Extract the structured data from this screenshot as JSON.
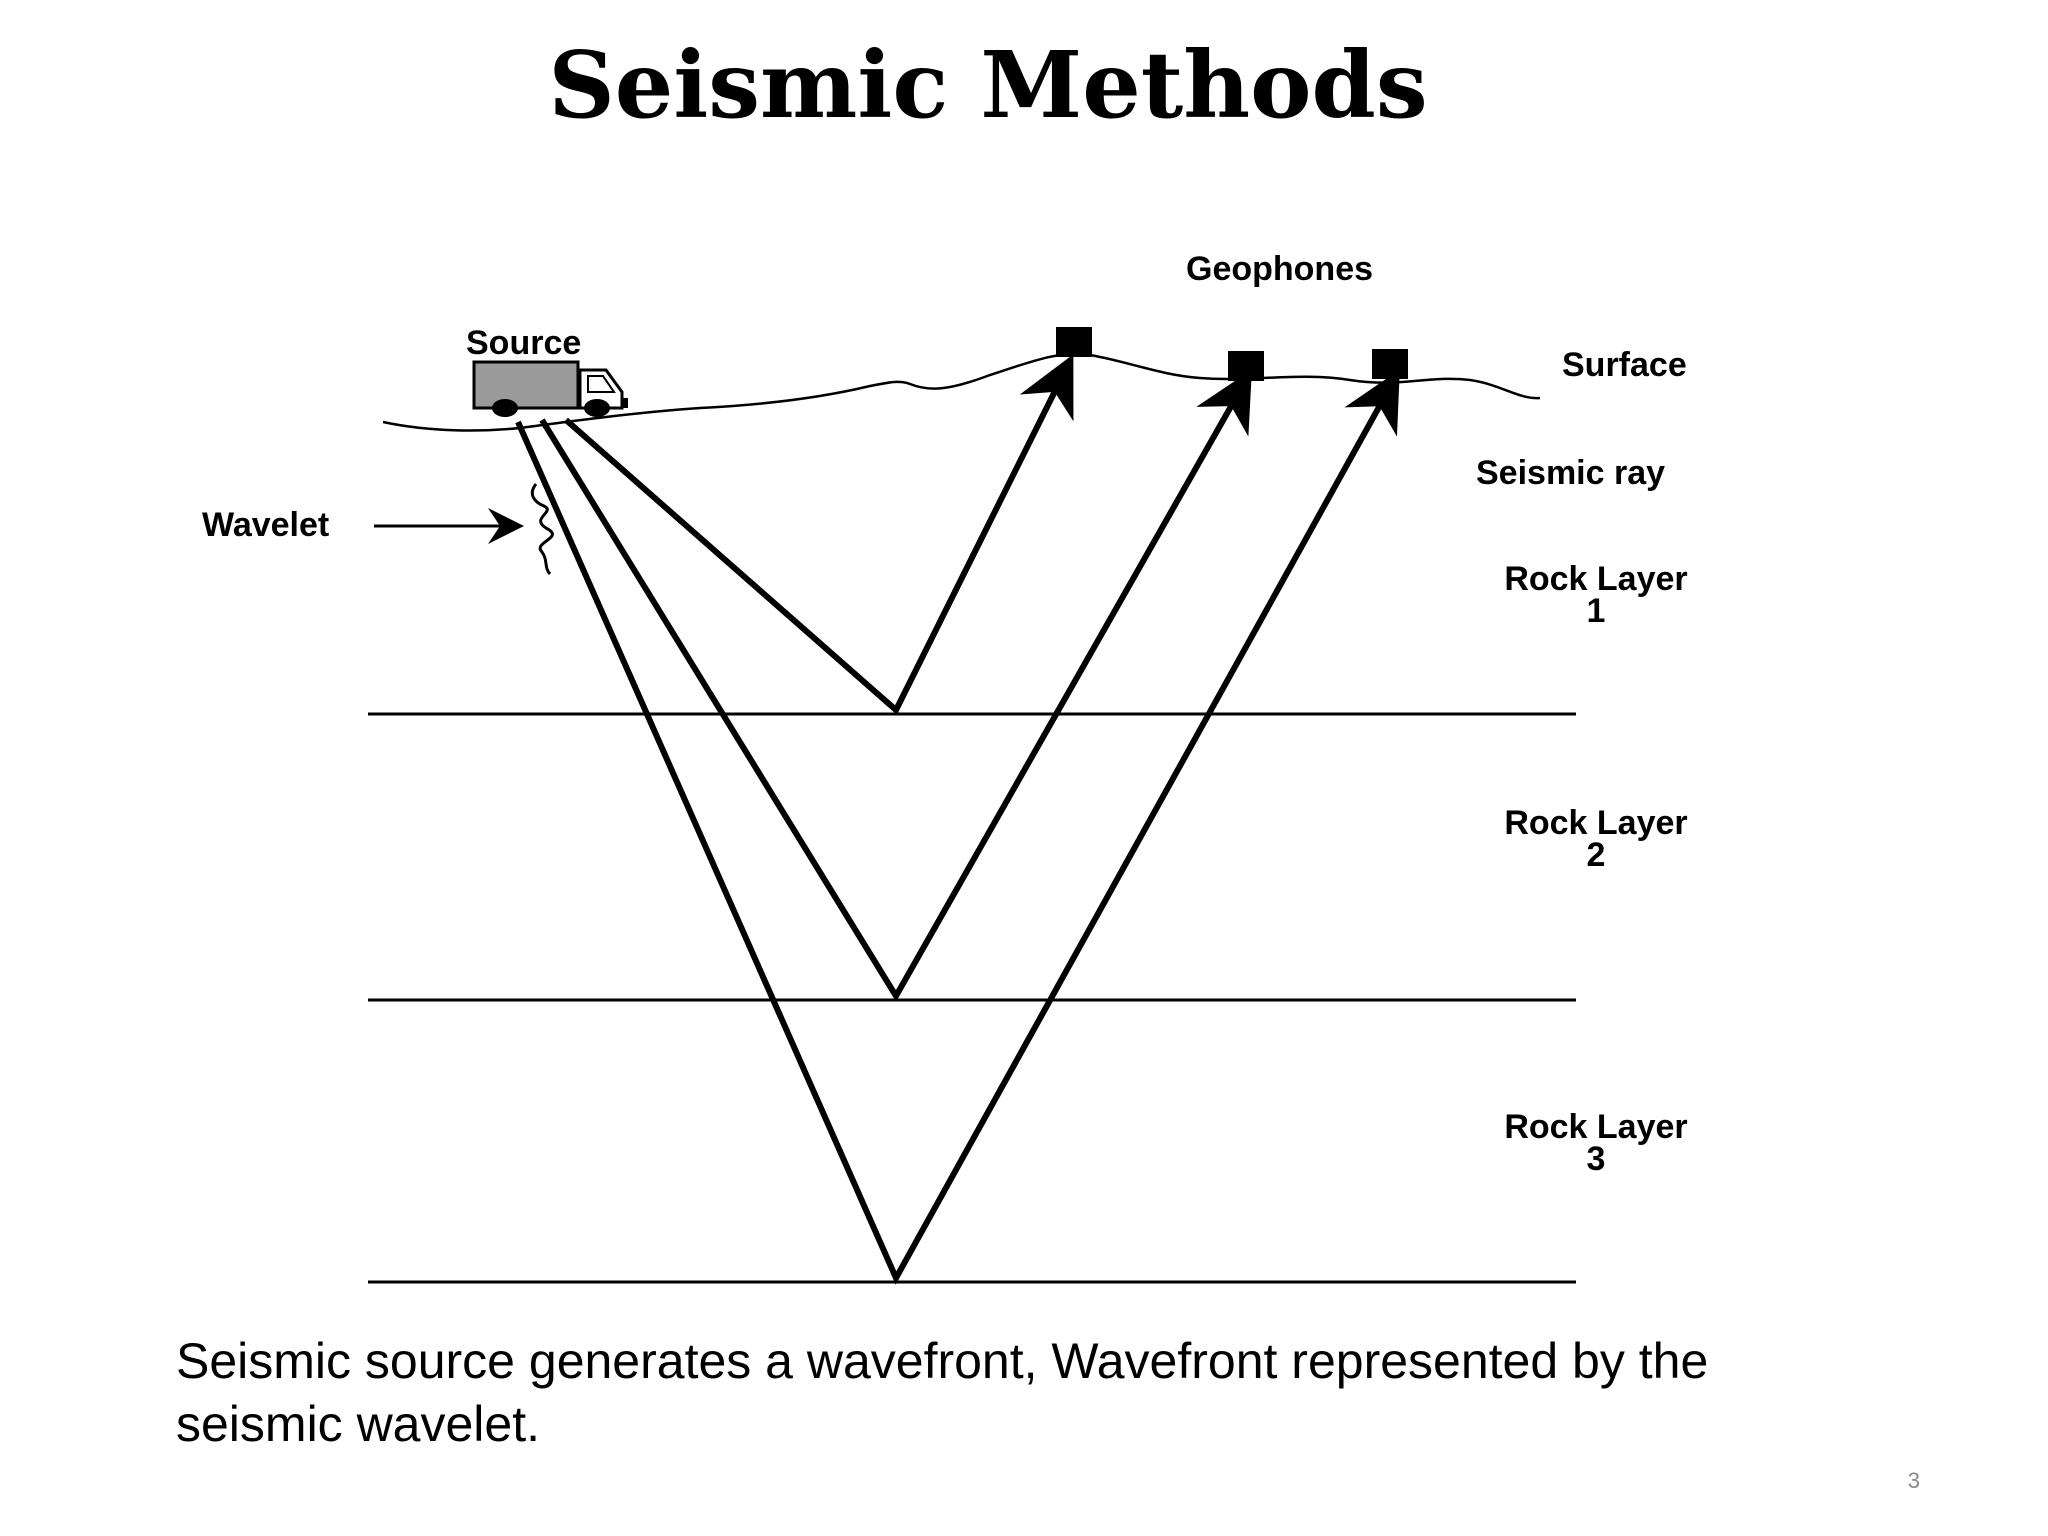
{
  "slide": {
    "title": "Seismic Methods",
    "caption": "Seismic source generates a wavefront,  Wavefront represented by the seismic wavelet.",
    "page_number": "3"
  },
  "diagram": {
    "labels": {
      "geophones": "Geophones",
      "source": "Source",
      "surface": "Surface",
      "seismic_ray": "Seismic ray",
      "wavelet": "Wavelet",
      "rock_layer_1_line1": "Rock Layer",
      "rock_layer_1_line2": "1",
      "rock_layer_2_line1": "Rock Layer",
      "rock_layer_2_line2": "2",
      "rock_layer_3_line1": "Rock Layer",
      "rock_layer_3_line2": "3"
    },
    "colors": {
      "ink": "#000000",
      "truck_body": "#9a9a9a"
    }
  }
}
